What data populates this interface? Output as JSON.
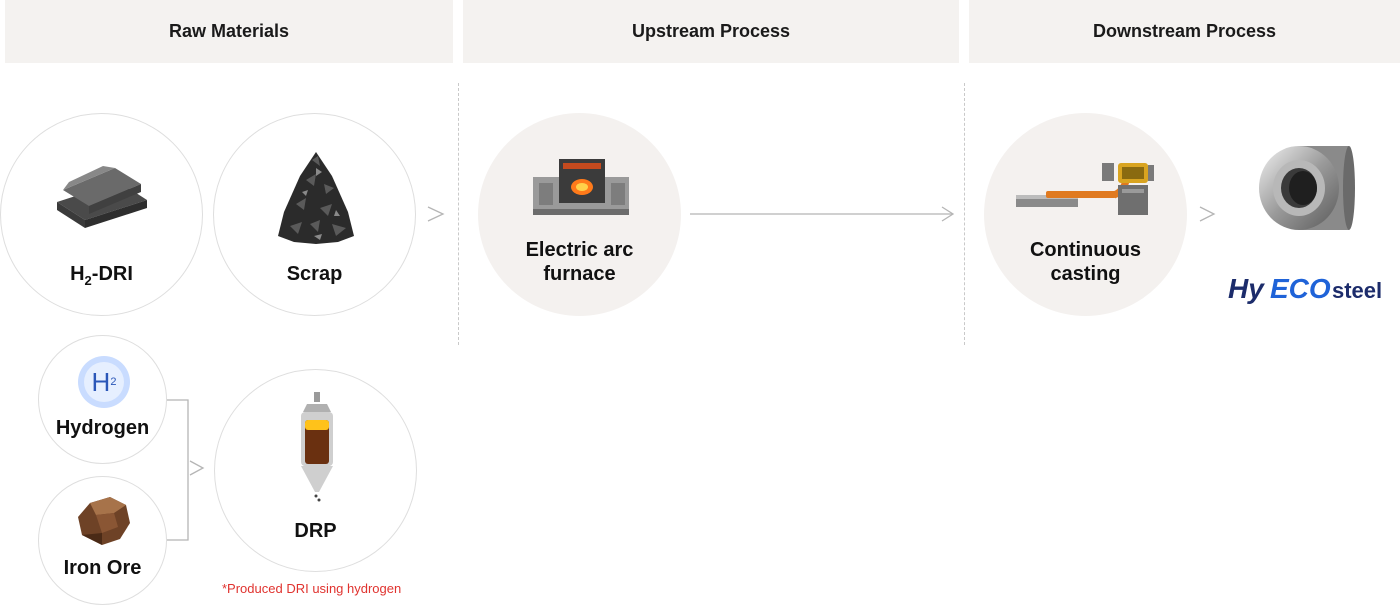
{
  "headers": {
    "raw": "Raw Materials",
    "upstream": "Upstream Process",
    "downstream": "Downstream Process"
  },
  "nodes": {
    "h2dri": {
      "prefix": "H",
      "sub": "2",
      "suffix": "-DRI"
    },
    "scrap": "Scrap",
    "eaf_line1": "Electric arc",
    "eaf_line2": "furnace",
    "cc_line1": "Continuous",
    "cc_line2": "casting",
    "hydrogen": "Hydrogen",
    "hydrogen_icon_main": "H",
    "hydrogen_icon_sub": "2",
    "iron_ore": "Iron Ore",
    "drp": "DRP"
  },
  "note": "*Produced DRI using hydrogen",
  "brand": {
    "part1": "Hy",
    "part2": "ECO",
    "part3": "steel"
  },
  "colors": {
    "header_bg": "#f4f2f0",
    "circle_fill": "#f4f1ef",
    "note": "#e0332f",
    "brand_blue": "#1f63d8",
    "brand_navy": "#1c2c6b"
  },
  "icons": [
    "h2-dri-icon",
    "scrap-pile-icon",
    "electric-arc-furnace-icon",
    "continuous-casting-icon",
    "steel-coil-icon",
    "hydrogen-molecule-icon",
    "iron-ore-icon",
    "drp-reactor-icon",
    "arrow-right-icon"
  ]
}
